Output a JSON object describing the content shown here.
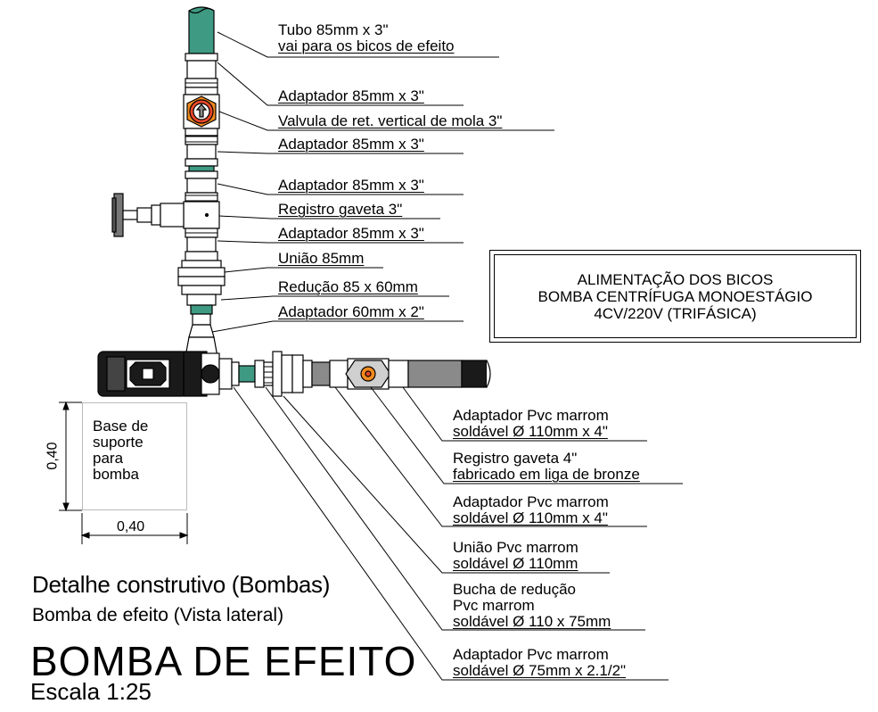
{
  "labels": {
    "tubo": [
      "Tubo 85mm x 3\"",
      "vai para os bicos de efeito"
    ],
    "adaptador_1": "Adaptador 85mm x 3\"",
    "valvula": "Valvula de ret. vertical de mola 3\"",
    "adaptador_2": "Adaptador 85mm x 3\"",
    "adaptador_3": "Adaptador 85mm x 3\"",
    "registro": "Registro gaveta 3\"",
    "adaptador_4": "Adaptador 85mm x 3\"",
    "uniao": "União 85mm",
    "reducao": "Redução 85 x 60mm",
    "adaptador_5": "Adaptador 60mm x 2\"",
    "pvc_adaptador_1": [
      "Adaptador Pvc marrom",
      "soldável Ø 110mm x 4\""
    ],
    "registro_4": [
      "Registro gaveta 4\"",
      "fabricado em liga de bronze"
    ],
    "pvc_adaptador_2": [
      "Adaptador Pvc marrom",
      "soldável Ø 110mm x 4\""
    ],
    "uniao_pvc": [
      "União Pvc marrom",
      "soldável Ø 110mm"
    ],
    "bucha": [
      "Bucha de redução",
      "Pvc marrom",
      "soldável Ø 110 x 75mm"
    ],
    "pvc_adaptador_3": [
      "Adaptador Pvc marrom",
      "soldável Ø 75mm x 2.1/2\""
    ]
  },
  "title_box": [
    "ALIMENTAÇÃO DOS BICOS",
    "BOMBA CENTRÍFUGA MONOESTÁGIO",
    "4CV/220V (TRIFÁSICA)"
  ],
  "base": {
    "text": [
      "Base de",
      "suporte",
      "para",
      "bomba"
    ],
    "dim_vertical": "0,40",
    "dim_horizontal": "0,40"
  },
  "footer": {
    "detail": "Detalhe construtivo (Bombas)",
    "view": "Bomba de efeito (Vista lateral)",
    "title": "BOMBA DE EFEITO",
    "scale": "Escala 1:25"
  },
  "colors": {
    "pipe_green": "#3f9a83",
    "valve_red": "#e8472a",
    "valve_orange": "#f28a1e",
    "hose_grey": "#8a8a8a",
    "motor_dark": "#1a1a1a"
  }
}
